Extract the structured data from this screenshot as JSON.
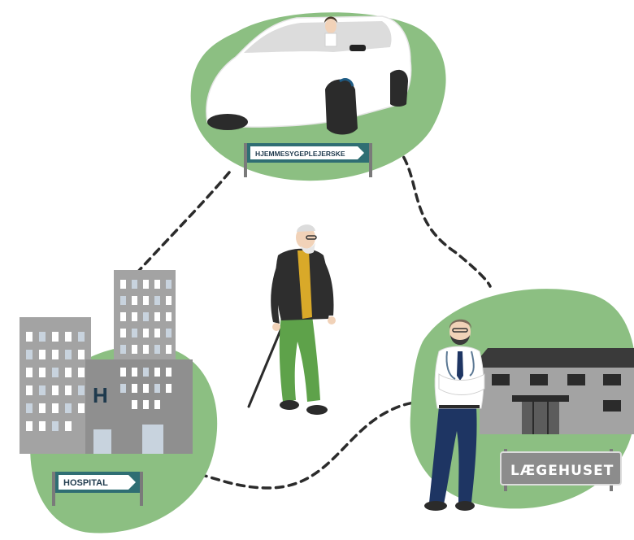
{
  "signs": {
    "home_nurse": "HJEMMESYGEPLEJERSKE",
    "hospital": "HOSPITAL",
    "doctors_house": "LÆGEHUSET"
  },
  "hospital_letter": "H",
  "colors": {
    "blob_green": "#8cbf82",
    "sign_teal": "#2f6e73",
    "building_gray": "#a3a3a3",
    "dark_gray": "#7d7d7d",
    "window_white": "#ffffff",
    "window_blue": "#c8d3de",
    "roof_dark": "#3a3a3a",
    "path_dash": "#2b2b2b",
    "coat_dark": "#2e2e2e",
    "trousers_green": "#5ea24a",
    "doctor_navy": "#1e3563"
  }
}
